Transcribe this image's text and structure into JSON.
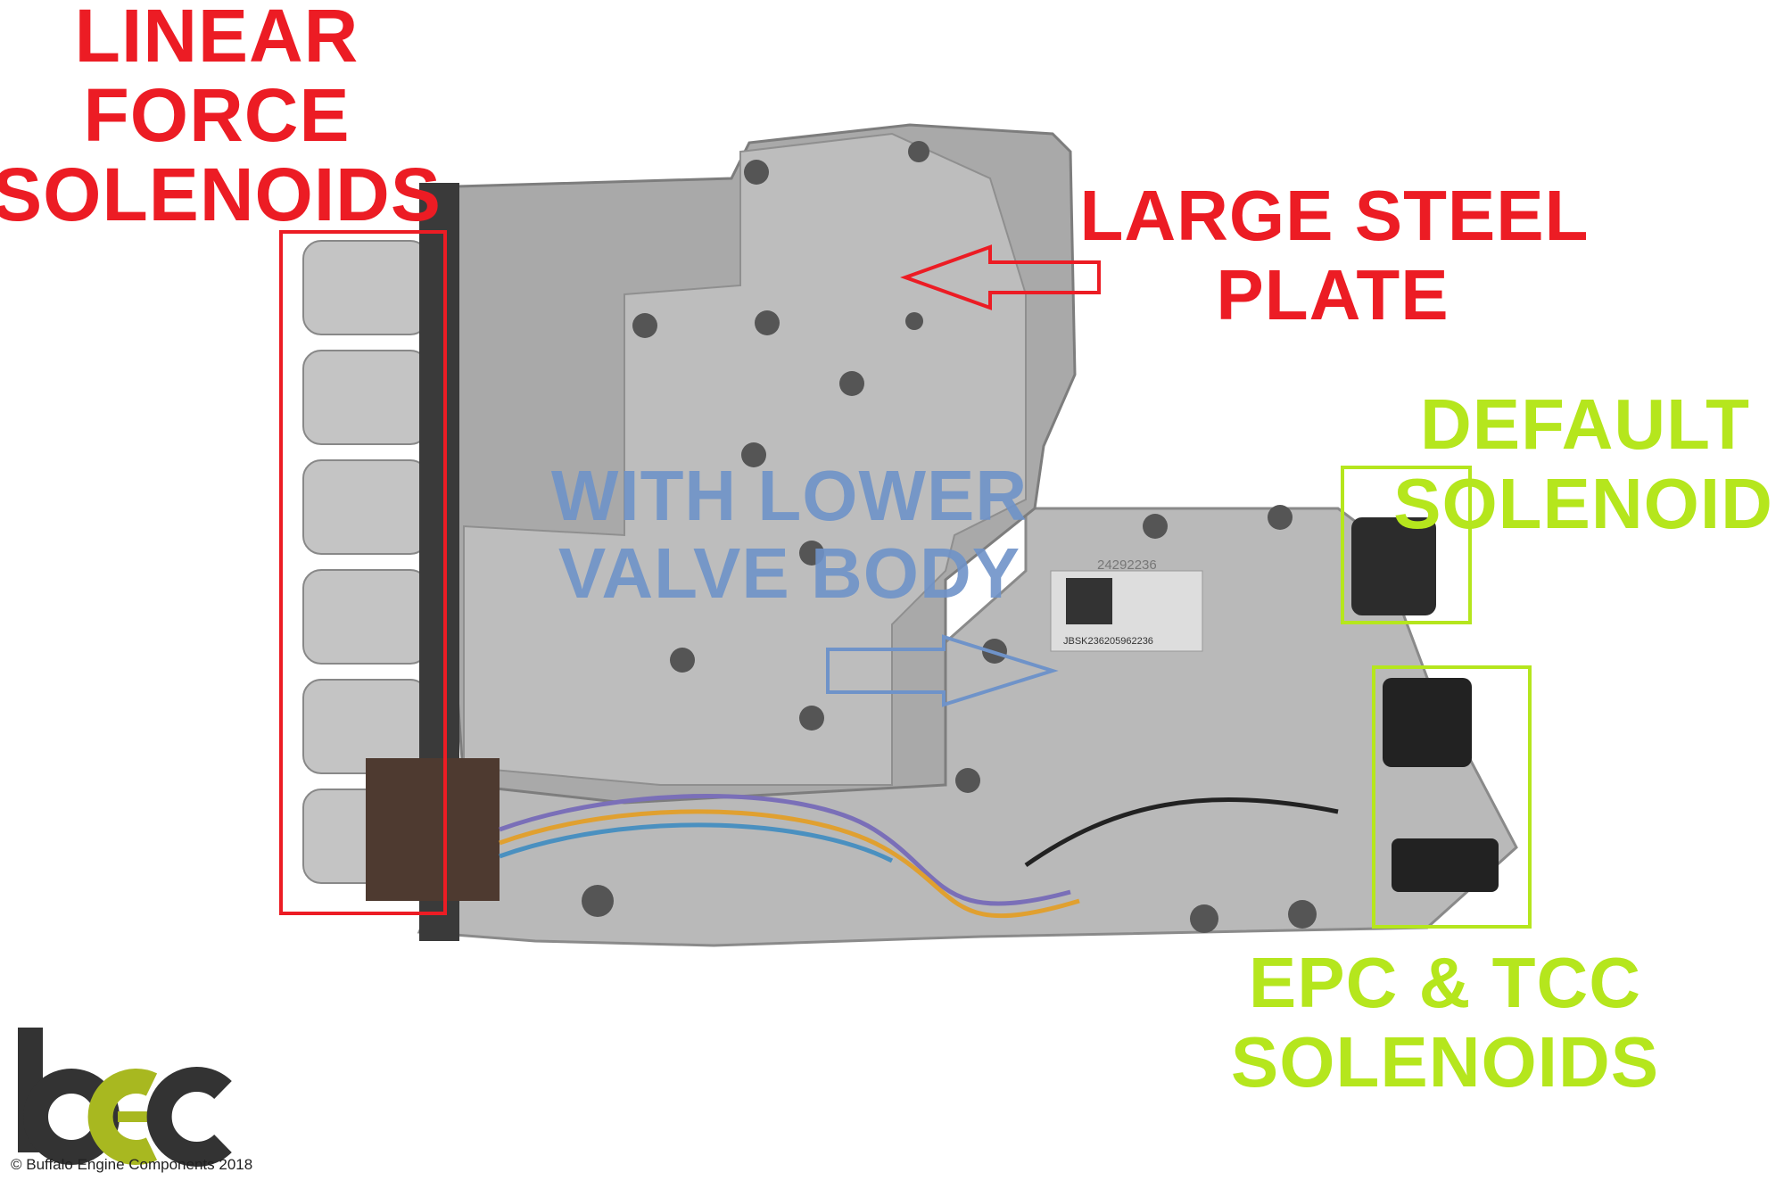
{
  "labels": {
    "linear_force": [
      "LINEAR",
      "FORCE",
      "SOLENOIDS"
    ],
    "steel_plate": [
      "LARGE STEEL",
      "PLATE"
    ],
    "lower_valve": [
      "WITH LOWER",
      "VALVE BODY"
    ],
    "default_solenoid": [
      "DEFAULT",
      "SOLENOID"
    ],
    "epc_tcc": [
      "EPC & TCC",
      "SOLENOIDS"
    ]
  },
  "part_markings": {
    "part_number": "24292236",
    "serial": "JBSK236205962236"
  },
  "logo": {
    "text": "bec",
    "copyright": "© Buffalo Engine Components 2018"
  },
  "colors": {
    "red": "#ec1c24",
    "blue": "#6f93c9",
    "green": "#b5e61d",
    "logo_dark": "#333333",
    "logo_green": "#a8b820"
  }
}
